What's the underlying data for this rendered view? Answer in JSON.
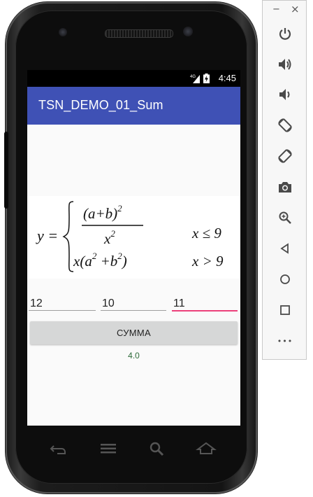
{
  "status": {
    "time": "4:45",
    "network": "4G"
  },
  "app": {
    "title": "TSN_DEMO_01_Sum"
  },
  "formula": {
    "lhs": "y =",
    "case1_num": "(a+b)",
    "case1_num_exp": "2",
    "case1_den": "x",
    "case1_den_exp": "2",
    "case1_cond": "x ≤ 9",
    "case2_expr_pre": "x(a",
    "case2_exp1": "2",
    "case2_mid": " +b",
    "case2_exp2": "2",
    "case2_post": ")",
    "case2_cond": "x > 9"
  },
  "inputs": [
    {
      "value": "12"
    },
    {
      "value": "10"
    },
    {
      "value": "11"
    }
  ],
  "button": {
    "label": "СУММА"
  },
  "result": {
    "text": "4.0"
  },
  "panel": {
    "minimize": "−",
    "close": "×",
    "more": "•••"
  },
  "colors": {
    "appbar": "#3f51b5",
    "accent": "#ec407a",
    "result": "#2e6b3a"
  }
}
